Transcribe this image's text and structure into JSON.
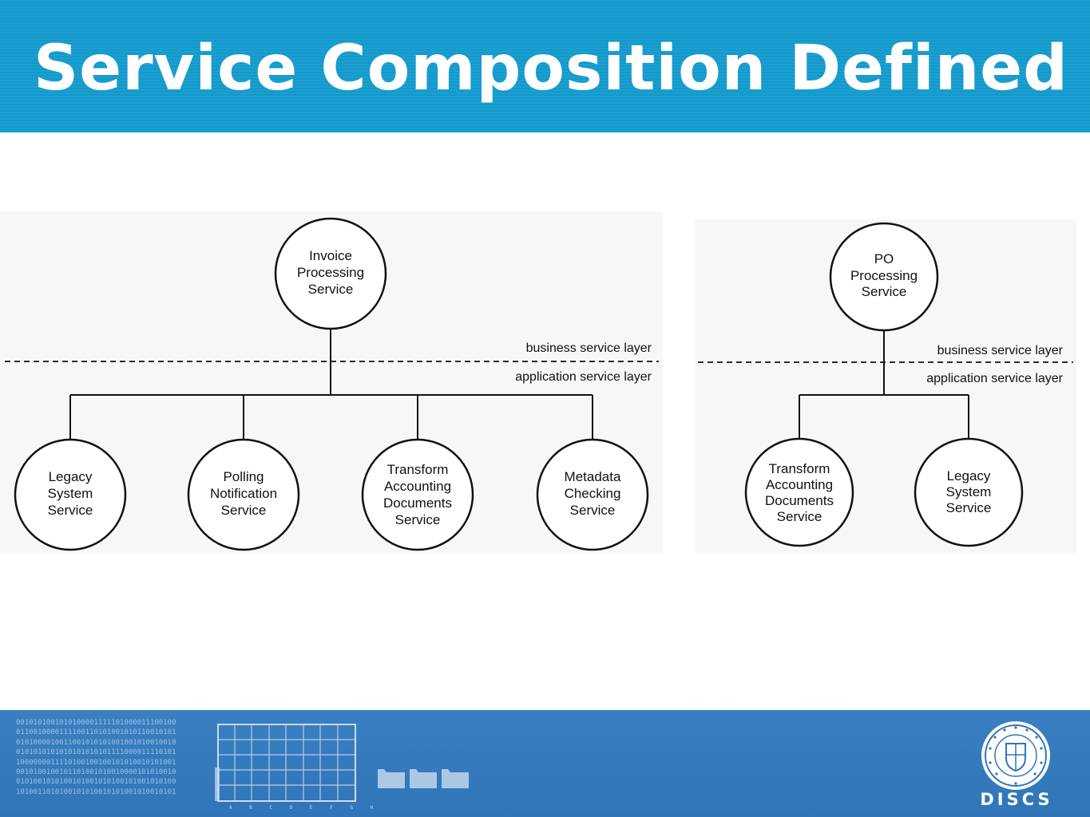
{
  "slide": {
    "title": "Service Composition Defined"
  },
  "left_diagram": {
    "top_service": [
      "Invoice",
      "Processing",
      "Service"
    ],
    "business_layer_label": "business service layer",
    "application_layer_label": "application service layer",
    "child_services": [
      [
        "Legacy",
        "System",
        "Service"
      ],
      [
        "Polling",
        "Notification",
        "Service"
      ],
      [
        "Transform",
        "Accounting",
        "Documents",
        "Service"
      ],
      [
        "Metadata",
        "Checking",
        "Service"
      ]
    ]
  },
  "right_diagram": {
    "top_service": [
      "PO",
      "Processing",
      "Service"
    ],
    "business_layer_label": "business service layer",
    "application_layer_label": "application service layer",
    "child_services": [
      [
        "Transform",
        "Accounting",
        "Documents",
        "Service"
      ],
      [
        "Legacy",
        "System",
        "Service"
      ]
    ]
  },
  "footer": {
    "binary_text": "00101010010101000011111010000111001000110010000111100110101001010110010101010100001001100101010100100101001001001010101010101010101011110000111101011000000011110100100100101010010101001001010010010110100101001000010101001001010010101001010010101001010010101001010011010100101010010101001010010101001",
    "graphic_axis_letters": "A B C D E F G H",
    "org_label": "DISCS",
    "seal_icon": "ateneo-seal-icon"
  },
  "colors": {
    "title_bar": "#1aa0d2",
    "footer": "#3a7fc1"
  }
}
